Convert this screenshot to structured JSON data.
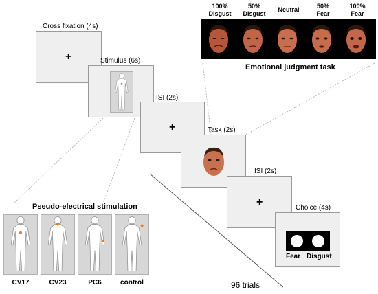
{
  "sequence": {
    "fixation": {
      "caption": "Cross fixation (4s)",
      "symbol": "+"
    },
    "stimulus": {
      "caption": "Stimulus (6s)"
    },
    "isi1": {
      "caption": "ISI (2s)",
      "symbol": "+"
    },
    "task": {
      "caption": "Task (2s)"
    },
    "isi2": {
      "caption": "ISI (2s)",
      "symbol": "+"
    },
    "choice": {
      "caption": "Choice (4s)",
      "option_left": "Fear",
      "option_right": "Disgust"
    },
    "trials": "96 trials"
  },
  "emotional_task": {
    "title": "Emotional judgment task",
    "faces": [
      {
        "line1": "100%",
        "line2": "Disgust"
      },
      {
        "line1": "50%",
        "line2": "Disgust"
      },
      {
        "line1": "",
        "line2": "Neutral"
      },
      {
        "line1": "50%",
        "line2": "Fear"
      },
      {
        "line1": "100%",
        "line2": "Fear"
      }
    ]
  },
  "stimulation": {
    "title": "Pseudo-electrical stimulation",
    "sites": [
      {
        "label": "CV17"
      },
      {
        "label": "CV23"
      },
      {
        "label": "PC6"
      },
      {
        "label": "control"
      }
    ]
  },
  "colors": {
    "stim_dot": "#f07a1a",
    "panel": "#efefef",
    "face_skin": "#c9714f"
  }
}
